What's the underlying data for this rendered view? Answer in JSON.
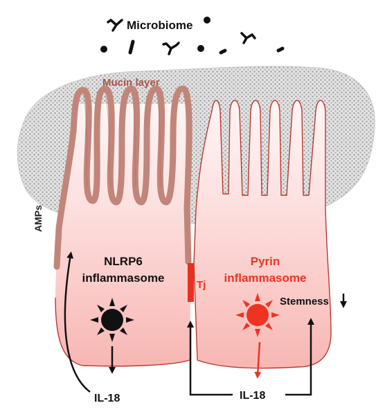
{
  "labels": {
    "microbiome": "Microbiome",
    "mucin_layer": "Mucin layer",
    "amps": "AMPs",
    "nlrp6_line1": "NLRP6",
    "nlrp6_line2": "inflammasome",
    "pyrin_line1": "Pyrin",
    "pyrin_line2": "inflammasome",
    "tj": "Tj",
    "stemness": "Stemness",
    "il18_left": "IL-18",
    "il18_right": "IL-18"
  },
  "colors": {
    "black": "#111111",
    "red": "#ee3322",
    "mucin": "#c2857a",
    "mucin_text": "#a8544a",
    "cell_edge": "#b8392f",
    "tj": "#e83020"
  },
  "icons": {
    "microbe_bacterium": "rod-bacterium-icon",
    "microbe_fungus": "y-shaped-fungus-icon",
    "microbe_coccus": "round-coccus-icon",
    "inflammasome_black": "black-sun-icon",
    "inflammasome_red": "red-sun-icon"
  }
}
